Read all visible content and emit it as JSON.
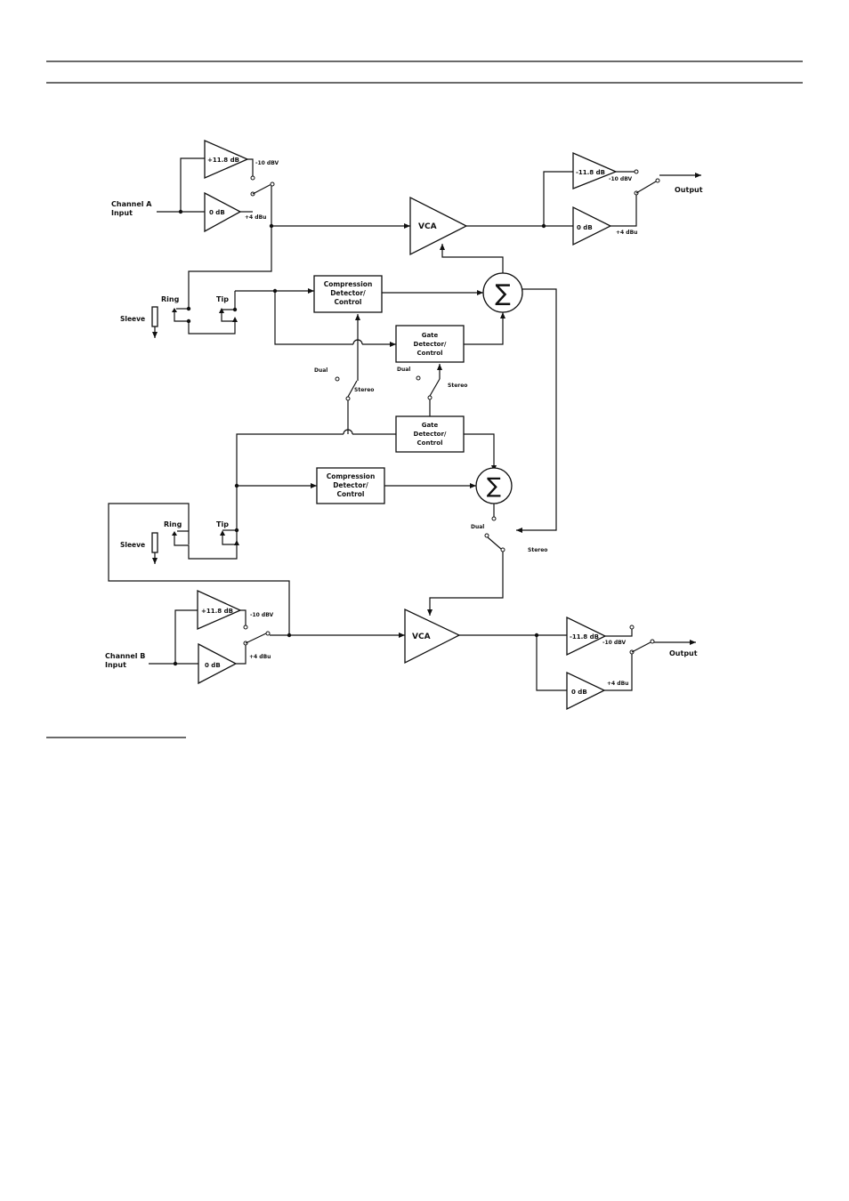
{
  "labels": {
    "channel_a_input": [
      "Channel A",
      "Input"
    ],
    "channel_b_input": [
      "Channel B",
      "Input"
    ],
    "output": "Output",
    "ring": "Ring",
    "tip": "Tip",
    "sleeve": "Sleeve",
    "dual": "Dual",
    "stereo": "Stereo",
    "minus10": "-10 dBV",
    "plus4": "+4 dBu",
    "gain_118": "11.8 dB",
    "gain_0": "0 dB",
    "vca": "VCA",
    "summer": "∑",
    "compression": [
      "Compression",
      "Detector/",
      "Control"
    ],
    "gate": [
      "Gate",
      "Detector/",
      "Control"
    ]
  }
}
